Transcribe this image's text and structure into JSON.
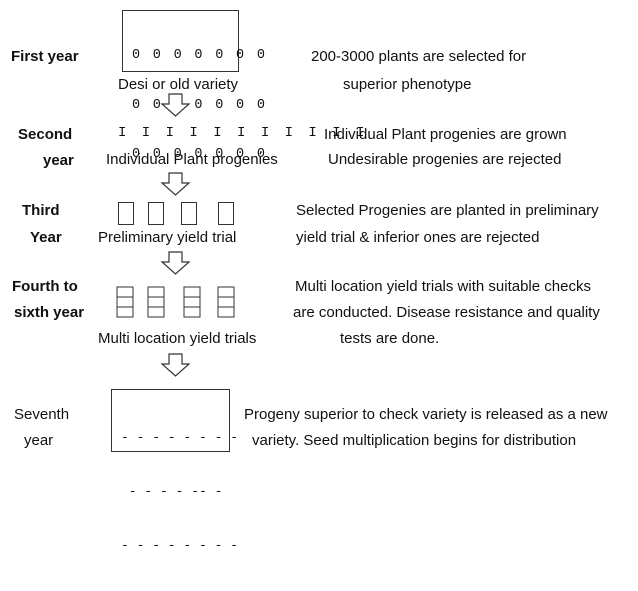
{
  "stage1": {
    "year": "First year",
    "box_rows": [
      "0 0 0 0 0 0 0",
      "0 0 0 0 0 0 0",
      "0 0 0 0 0 0 0"
    ],
    "label": "Desi or old variety",
    "desc_line1": "200-3000 plants are selected for",
    "desc_line2": "superior phenotype"
  },
  "stage2": {
    "year_line1": "Second",
    "year_line2": "year",
    "bars": "I I I I I I I I I I I",
    "label": "Individual Plant progenies",
    "desc_line1": "Individual Plant progenies are grown",
    "desc_line2": "Undesirable progenies are rejected"
  },
  "stage3": {
    "year_line1": "Third",
    "year_line2": "Year",
    "label": "Preliminary yield trial",
    "desc_line1": "Selected Progenies are planted in preliminary",
    "desc_line2": "yield trial & inferior ones are rejected"
  },
  "stage4": {
    "year_line1": "Fourth to",
    "year_line2": "sixth year",
    "label": "Multi location yield trials",
    "desc_line1": "Multi location yield trials with suitable checks",
    "desc_line2": "are conducted. Disease resistance and quality",
    "desc_line3": "tests are done."
  },
  "stage5": {
    "year_line1": "Seventh",
    "year_line2": "year",
    "box_rows": [
      "- - - - - - - -",
      " - - - - -- -",
      "- - - - - - - -"
    ],
    "desc_line1": "Progeny superior to check variety is released as a new",
    "desc_line2": "variety. Seed multiplication begins for distribution"
  }
}
